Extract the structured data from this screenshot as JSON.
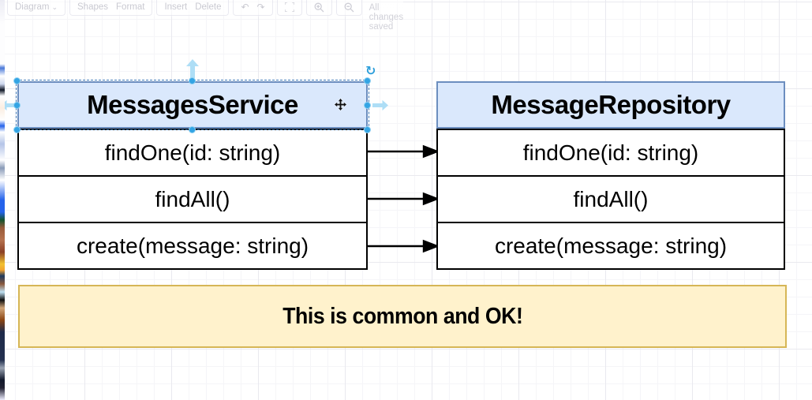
{
  "toolbar": {
    "menus": [
      {
        "label": "Diagram",
        "chevron": "⌄"
      },
      {
        "label": "Shapes"
      },
      {
        "label": "Format"
      },
      {
        "label": "Insert"
      },
      {
        "label": "Delete"
      }
    ],
    "undo_glyph": "↶",
    "redo_glyph": "↷",
    "status": "All changes saved"
  },
  "canvas": {
    "classes": [
      {
        "title": "MessagesService",
        "methods": [
          "findOne(id: string)",
          "findAll()",
          "create(message: string)"
        ],
        "selected": true,
        "header_fill": "#dae8fc",
        "header_border": "#6c8ebf"
      },
      {
        "title": "MessageRepository",
        "methods": [
          "findOne(id: string)",
          "findAll()",
          "create(message: string)"
        ],
        "selected": false,
        "header_fill": "#dae8fc",
        "header_border": "#6c8ebf"
      }
    ],
    "connections": [
      {
        "from": "MessagesService:findOne(id: string)",
        "to": "MessageRepository:findOne(id: string)"
      },
      {
        "from": "MessagesService:findAll()",
        "to": "MessageRepository:findAll()"
      },
      {
        "from": "MessagesService:create(message: string)",
        "to": "MessageRepository:create(message: string)"
      }
    ],
    "note": {
      "text": "This is common and OK!",
      "fill": "#fff2cc",
      "border": "#d6b656"
    },
    "selection_color": "#33a4e4",
    "rotate_glyph": "↻"
  }
}
